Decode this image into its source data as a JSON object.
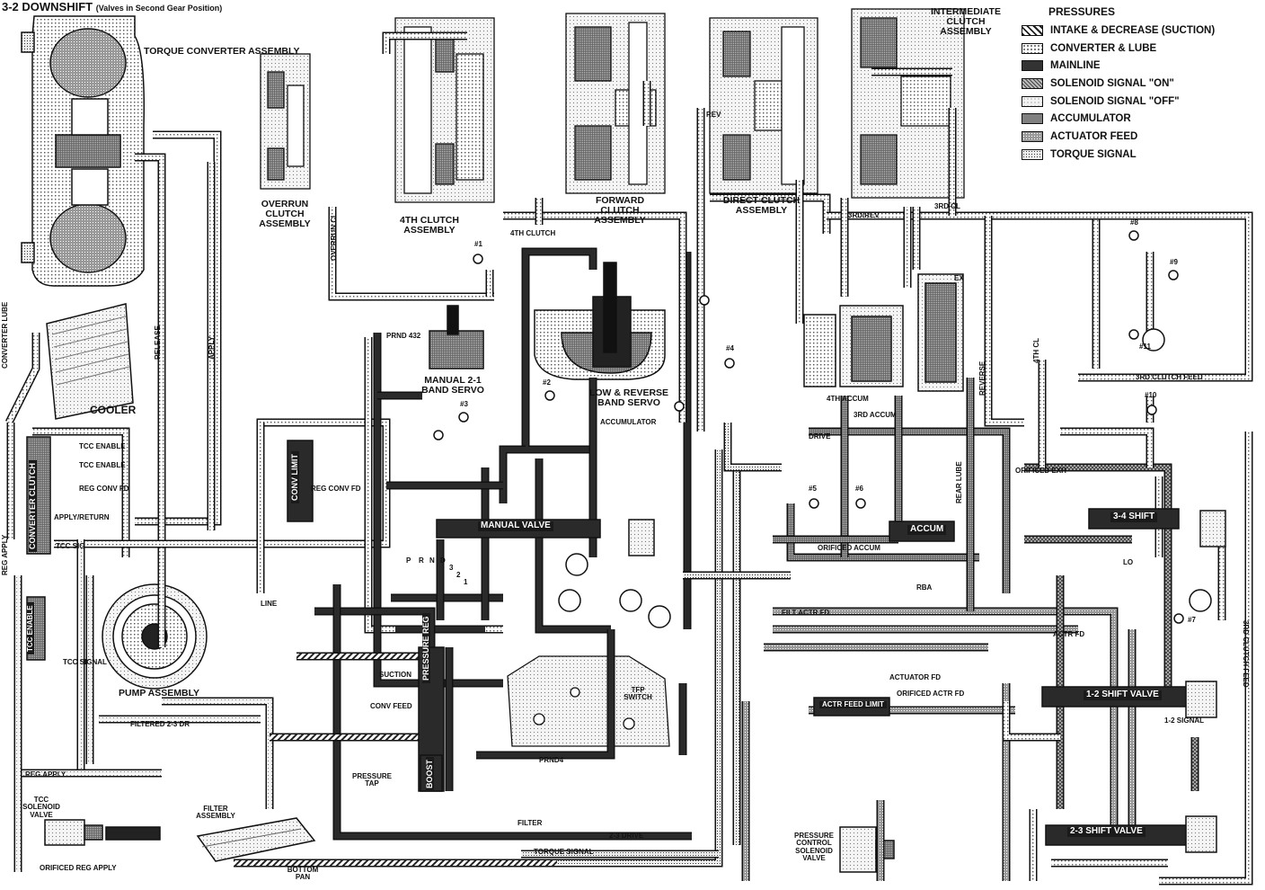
{
  "diagram": {
    "title": "3-2 DOWNSHIFT",
    "subtitle": "(Valves in Second Gear Position)"
  },
  "legend": {
    "title": "PRESSURES",
    "items": [
      {
        "label": "INTAKE & DECREASE (SUCTION)",
        "pattern": "hatch"
      },
      {
        "label": "CONVERTER & LUBE",
        "pattern": "dotted"
      },
      {
        "label": "MAINLINE",
        "pattern": "dark"
      },
      {
        "label": "SOLENOID SIGNAL \"ON\"",
        "pattern": "crosshatch"
      },
      {
        "label": "SOLENOID SIGNAL \"OFF\"",
        "pattern": "light"
      },
      {
        "label": "ACCUMULATOR",
        "pattern": "dense"
      },
      {
        "label": "ACTUATOR FEED",
        "pattern": "medium"
      },
      {
        "label": "TORQUE SIGNAL",
        "pattern": "fine"
      }
    ]
  },
  "assemblies": {
    "torque_converter": "TORQUE CONVERTER ASSEMBLY",
    "overrun_clutch": "OVERRUN CLUTCH ASSEMBLY",
    "fourth_clutch": "4TH CLUTCH ASSEMBLY",
    "forward_clutch": "FORWARD CLUTCH ASSEMBLY",
    "direct_clutch": "DIRECT CLUTCH ASSEMBLY",
    "intermediate_clutch": "INTERMEDIATE CLUTCH ASSEMBLY",
    "cooler": "COOLER",
    "manual_servo": "MANUAL 2-1 BAND SERVO",
    "low_reverse_servo": "LOW & REVERSE BAND SERVO",
    "pump": "PUMP ASSEMBLY",
    "tcc_solenoid": "TCC SOLENOID VALVE",
    "filter_assembly": "FILTER ASSEMBLY",
    "bottom_pan": "BOTTOM PAN",
    "pressure_control_solenoid": "PRESSURE CONTROL SOLENOID VALVE",
    "pressure_tap": "PRESSURE TAP",
    "tfp_switch": "TFP SWITCH"
  },
  "valves": {
    "manual_valve": "MANUAL VALVE",
    "pressure_reg": "PRESSURE REG",
    "boost": "BOOST",
    "conv_limit": "CONV LIMIT",
    "converter_clutch": "CONVERTER CLUTCH",
    "tcc_enable": "TCC ENABLE",
    "shift_34": "3-4 SHIFT",
    "shift_12": "1-2 SHIFT VALVE",
    "shift_23": "2-3 SHIFT VALVE",
    "actr_feed_limit": "ACTR FEED LIMIT",
    "accum": "ACCUM"
  },
  "passages": {
    "converter_lube": "CONVERTER LUBE",
    "release": "RELEASE",
    "apply": "APPLY",
    "tcc_enable": "TCC ENABLE",
    "tcc_enable_2": "TCC ENABLE",
    "reg_conv_fd": "REG CONV FD",
    "reg_conv_fd_2": "REG CONV FD",
    "apply_return": "APPLY/RETURN",
    "tcc_sig": "TCC SIG",
    "tcc_signal": "TCC SIGNAL",
    "filtered_23_dr": "FILTERED 2-3 DR",
    "orificed_reg_apply": "ORIFICED REG APPLY",
    "reg_apply": "REG APPLY",
    "reg_apply_2": "REG APPLY",
    "overrun_cl": "OVERRUN CL",
    "fourth_clutch": "4TH CLUTCH",
    "reverse": "REVERSE",
    "rev": "REV",
    "third_rev": "3RD/REV",
    "third_cl": "3RD CL",
    "fourth_cl": "4TH CL",
    "fourth_accum": "4TH ACCUM",
    "third_accum": "3RD ACCUM",
    "third_clutch_feed": "3RD CLUTCH FEED",
    "third_clutch_feed_2": "3RD CLUTCH FEED",
    "prnd_432": "PRND 432",
    "prnd4": "PRND4",
    "rba": "RBA",
    "line": "LINE",
    "suction": "SUCTION",
    "conv_feed": "CONV FEED",
    "filter": "FILTER",
    "drive_23": "2-3 DRIVE",
    "torque_signal": "TORQUE SIGNAL",
    "actr_fd": "ACTR FD",
    "filt_actr_fd": "FILT ACTR FD",
    "actuator_fd": "ACTUATOR FD",
    "orificed_actr_fd": "ORIFICED ACTR FD",
    "orificed_exh": "ORIFICED EXH",
    "orificed_accum": "ORIFICED ACCUM",
    "drive": "DRIVE",
    "lo": "LO",
    "rear_lube": "REAR LUBE",
    "signal_12": "1-2 SIGNAL",
    "ex": "EX",
    "accumulator": "ACCUMULATOR"
  },
  "checkballs": [
    "#1",
    "#2",
    "#3",
    "#4",
    "#5",
    "#6",
    "#7",
    "#8",
    "#9",
    "#10",
    "#11"
  ],
  "manual_positions": [
    "P",
    "R",
    "N",
    "D",
    "3",
    "2",
    "1"
  ]
}
